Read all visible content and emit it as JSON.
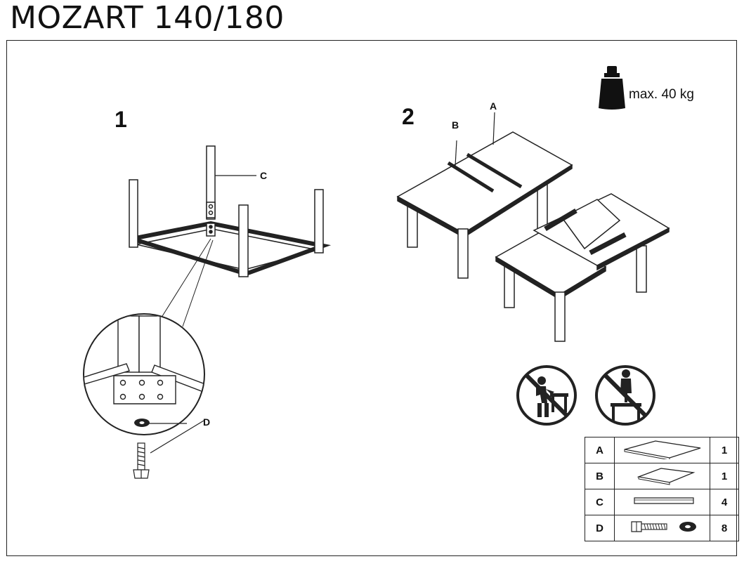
{
  "title": "MOZART 140/180",
  "steps": {
    "step1": "1",
    "step2": "2"
  },
  "callouts": {
    "c": "C",
    "d": "D",
    "a": "A",
    "b": "B"
  },
  "weight": {
    "label": "max. 40 kg",
    "icon": "weight-icon"
  },
  "warnings": [
    {
      "icon": "no-leaning-icon"
    },
    {
      "icon": "no-standing-icon"
    }
  ],
  "parts": [
    {
      "letter": "A",
      "qty": "1",
      "icon": "tabletop-large-icon"
    },
    {
      "letter": "B",
      "qty": "1",
      "icon": "extension-leaf-icon"
    },
    {
      "letter": "C",
      "qty": "4",
      "icon": "leg-icon"
    },
    {
      "letter": "D",
      "qty": "8",
      "icon": "bolt-washer-icon"
    }
  ]
}
